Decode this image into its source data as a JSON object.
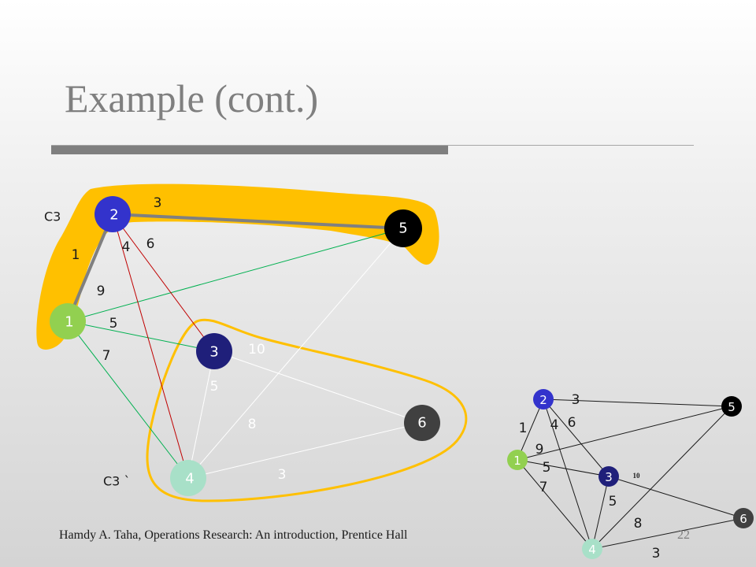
{
  "slide": {
    "title": "Example (cont.)",
    "footer": "Hamdy A. Taha, Operations Research: An introduction, Prentice Hall",
    "page_number": "22"
  },
  "main_diagram": {
    "cut_labels": {
      "c3": "C3",
      "c3_prime": "C3 `"
    },
    "nodes": {
      "n1": "1",
      "n2": "2",
      "n3": "3",
      "n4": "4",
      "n5": "5",
      "n6": "6"
    },
    "weights": {
      "e12": "1",
      "e25": "3",
      "e24": "4",
      "e23": "6",
      "e15": "9",
      "e13": "5",
      "e14": "7",
      "e36": "10",
      "e34": "5",
      "e45": "8",
      "e46": "3"
    }
  },
  "small_diagram": {
    "nodes": {
      "n1": "1",
      "n2": "2",
      "n3": "3",
      "n4": "4",
      "n5": "5",
      "n6": "6"
    },
    "weights": {
      "e12": "1",
      "e25": "3",
      "e24": "4",
      "e23": "6",
      "e15": "9",
      "e13": "5",
      "e14": "7",
      "e36": "10",
      "e34": "5",
      "e45": "8",
      "e46": "3"
    }
  },
  "colors": {
    "highlight": "#ffc000",
    "node1": "#92d050",
    "node2": "#3333cc",
    "node3": "#1f1f7a",
    "node4": "#a8e0c8",
    "node5": "#000000",
    "node6": "#404040",
    "edge_green": "#00b050",
    "edge_red": "#c00000",
    "edge_white": "#ffffff",
    "tree_edge": "#808080"
  }
}
